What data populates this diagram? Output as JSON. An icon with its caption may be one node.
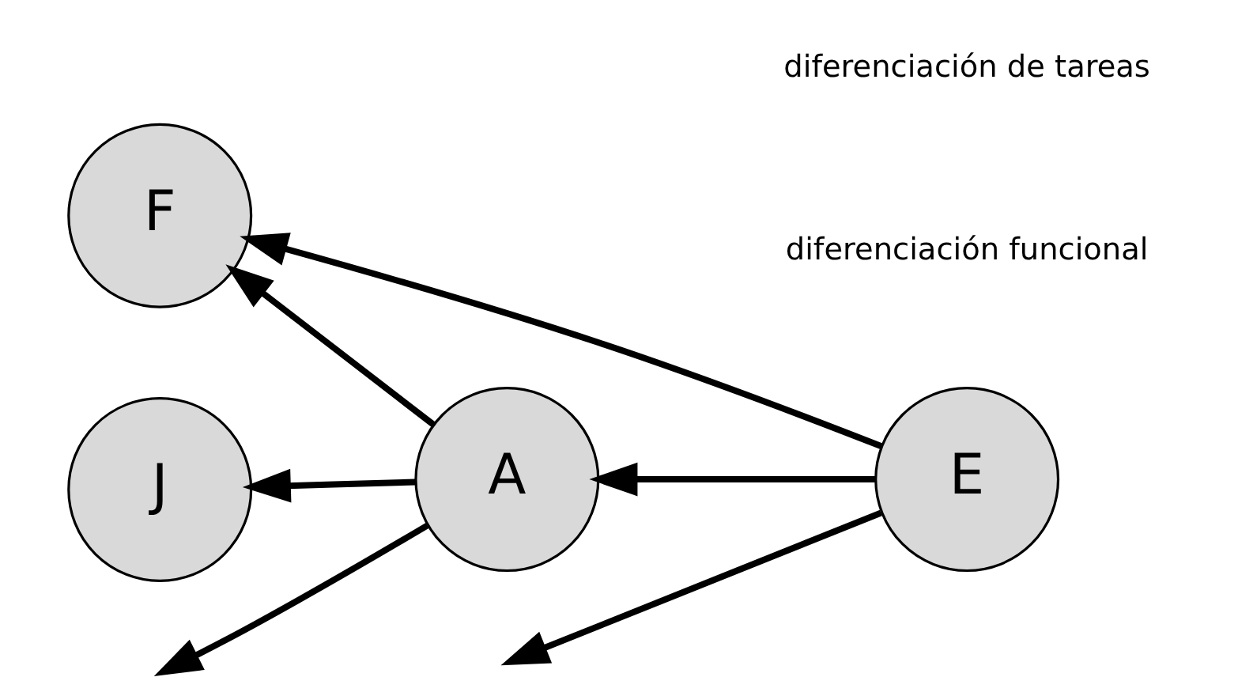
{
  "diagram": {
    "nodes": [
      {
        "text": [
          "F"
        ]
      },
      {
        "text": [
          "J"
        ]
      },
      {
        "text": [
          "A"
        ]
      },
      {
        "text": [
          "E"
        ]
      }
    ],
    "edges": [
      {
        "from": 2,
        "to": 1,
        "arrow": "to"
      },
      {
        "from": 2,
        "to": 0,
        "arrow": "to"
      },
      {
        "from": 2,
        "to": null,
        "arrow": "to"
      },
      {
        "from": 3,
        "to": 2,
        "arrow": "to"
      },
      {
        "from": 3,
        "to": 0,
        "arrow": "to"
      },
      {
        "from": 3,
        "to": null,
        "arrow": "to"
      }
    ],
    "labels": [
      "diferenciación funcional",
      "diferenciación de tareas"
    ]
  }
}
